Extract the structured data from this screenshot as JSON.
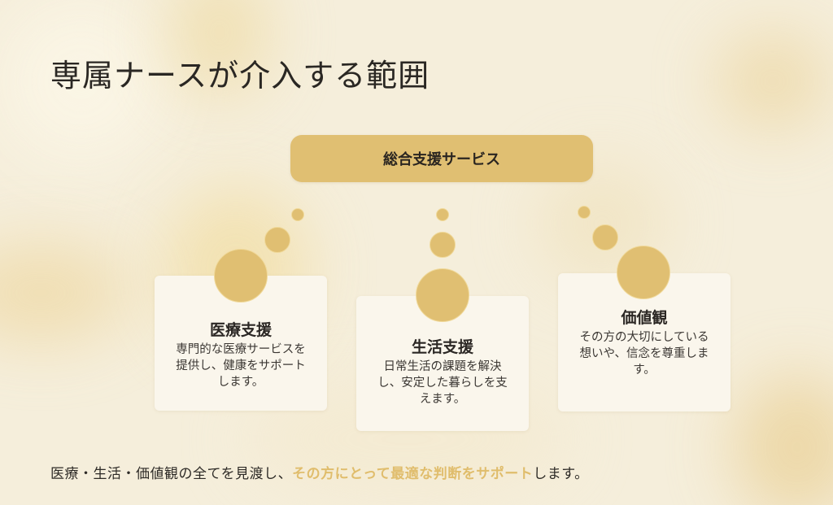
{
  "title": "専属ナースが介入する範囲",
  "top_box": {
    "label": "総合支援サービス"
  },
  "cards": [
    {
      "title": "医療支援",
      "description": "専門的な医療サービスを提供し、健康をサポートします。"
    },
    {
      "title": "生活支援",
      "description": "日常生活の課題を解決し、安定した暮らしを支えます。"
    },
    {
      "title": "価値観",
      "description": "その方の大切にしている想いや、信念を尊重します。"
    }
  ],
  "footer": {
    "prefix": "医療・生活・価値観の全てを見渡し、",
    "highlight": "その方にとって最適な判断をサポート",
    "suffix": "します。"
  },
  "colors": {
    "accent": "#e0bf72",
    "highlight_text": "#e0bd6c",
    "card_bg": "#faf6ec",
    "background": "#f5eedb",
    "text": "#2a2723"
  }
}
